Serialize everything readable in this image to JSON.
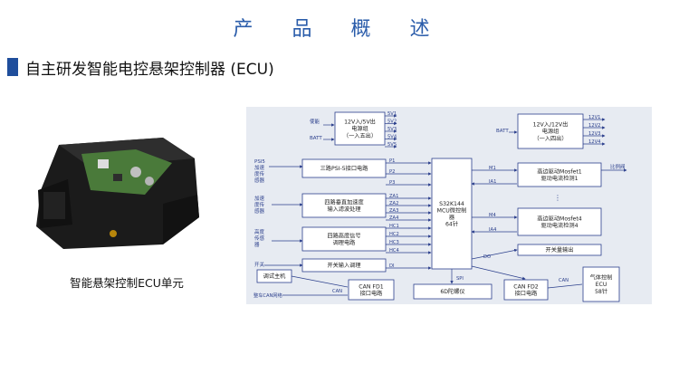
{
  "page": {
    "title": "产 品 概 述",
    "section_title": "自主研发智能电控悬架控制器 (ECU)"
  },
  "product": {
    "caption": "智能悬架控制ECU单元"
  },
  "diagram": {
    "power_left": {
      "label": "12V入/5V出\n电源组\n（一入五出）",
      "in_enable": "使能",
      "in_batt": "BATT",
      "outputs": [
        "5V1",
        "5V2",
        "5V3",
        "5V4",
        "5V5"
      ]
    },
    "power_right": {
      "label": "12V入/12V出\n电源组\n（一入四出）",
      "in_batt": "BATT",
      "outputs": [
        "12V1",
        "12V2",
        "12V3",
        "12V4"
      ]
    },
    "left_inputs": {
      "psi5": "PSI5\n加速\n度传\n感器",
      "accel": "加速\n度传\n感器",
      "height": "高度\n传感\n器",
      "switch": "开关"
    },
    "blocks": {
      "psi5": "三路PSI-5接口电路",
      "accel": "四路垂直加速度\n输入滤波处理",
      "height": "四路高度信号\n调理电路",
      "switch_in": "开关输入调理",
      "mcu": "S32K144\nMCU微控制\n器\n64针",
      "mosfet1": "高边驱动Mosfet1\n驱动电流检测1",
      "mosfet4": "高边驱动Mosfet4\n驱动电流检测4",
      "switch_out": "开关量输出",
      "debug": "调试主机",
      "canfd1": "CAN FD1\n接口电路",
      "gyro": "6D陀螺仪",
      "canfd2": "CAN FD2\n接口电路",
      "pump": "气体控制\nECU\n58针"
    },
    "signals": {
      "p": [
        "P1",
        "P2",
        "P3"
      ],
      "za": [
        "ZA1",
        "ZA2",
        "ZA3",
        "ZA4"
      ],
      "hc": [
        "HC1",
        "HC2",
        "HC3",
        "HC4"
      ],
      "di": "DI",
      "m1": "M1",
      "ia1": "IA1",
      "m4": "M4",
      "ia4": "IA4",
      "do": "DO",
      "spi": "SPI",
      "can": "CAN",
      "can2": "CAN",
      "vehicle_can": "整车CAN网络",
      "valve": "比例阀",
      "dots": "⋮"
    }
  },
  "colors": {
    "accent": "#2a5caa",
    "line": "#2b3f8c",
    "bg": "#e7ebf2"
  }
}
